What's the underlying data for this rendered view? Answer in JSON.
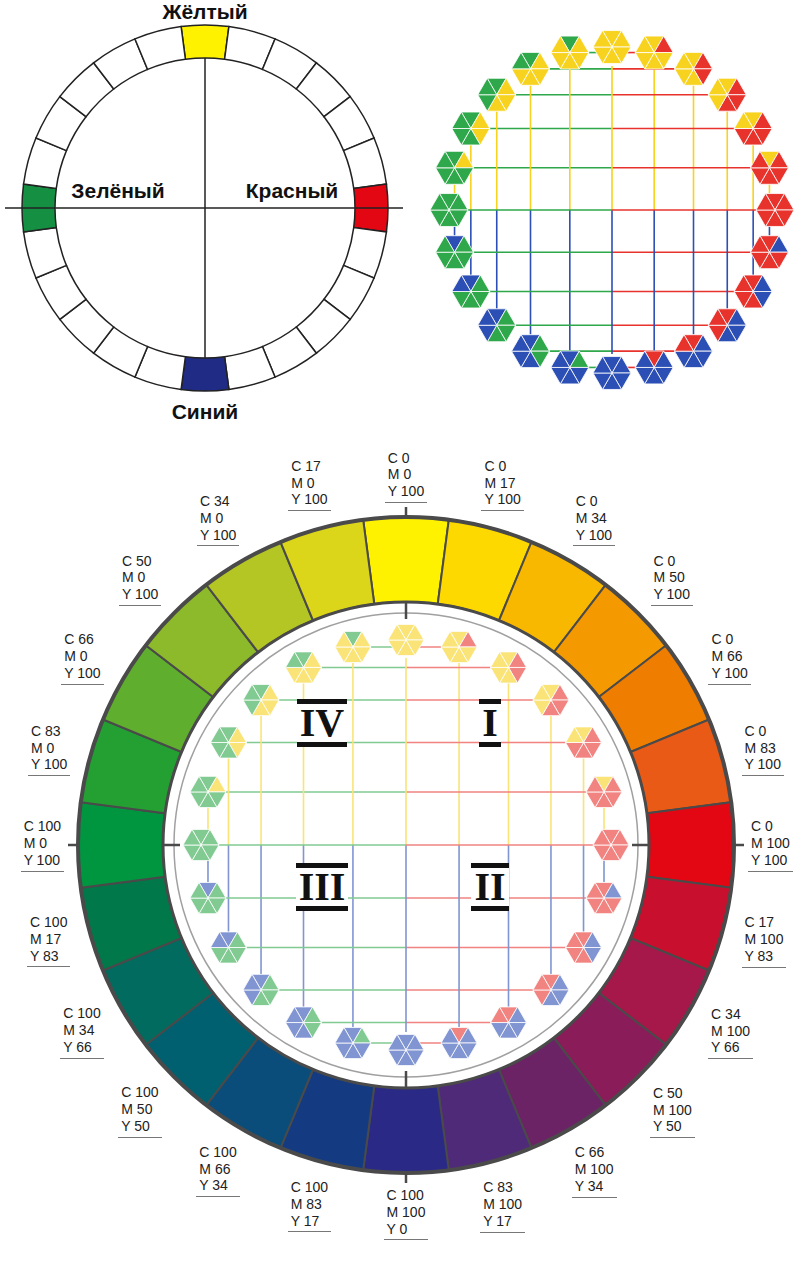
{
  "diagram": {
    "labels": [
      "Жёлтый",
      "Зелёный",
      "Красный",
      "Синий",
      "C 0",
      "M 0",
      "Y 100",
      "C 0",
      "M 17",
      "Y 100",
      "C 0",
      "M 34",
      "Y 100",
      "C 0",
      "M 50",
      "Y 100",
      "C 0",
      "M 66",
      "Y 100",
      "C 0",
      "M 83",
      "Y 100",
      "C 0",
      "M 100",
      "Y 100",
      "C 17",
      "M 100",
      "Y 83",
      "C 34",
      "M 100",
      "Y 66",
      "C 50",
      "M 100",
      "Y 50",
      "C 66",
      "M 100",
      "Y 34",
      "C 83",
      "M 100",
      "Y 17",
      "C 100",
      "M 100",
      "Y 0",
      "C 100",
      "M 83",
      "Y 17",
      "C 100",
      "M 66",
      "Y 34",
      "C 100",
      "M 50",
      "Y 50",
      "C 100",
      "M 34",
      "Y 66",
      "C 100",
      "M 17",
      "Y 83",
      "C 100",
      "M 0",
      "Y 100",
      "C 83",
      "M 0",
      "Y 100",
      "C 66",
      "M 0",
      "Y 100",
      "C 50",
      "M 0",
      "Y 100",
      "C 34",
      "M 0",
      "Y 100",
      "C 17",
      "M 0",
      "Y 100",
      "I",
      "II",
      "III",
      "IV"
    ]
  }
}
